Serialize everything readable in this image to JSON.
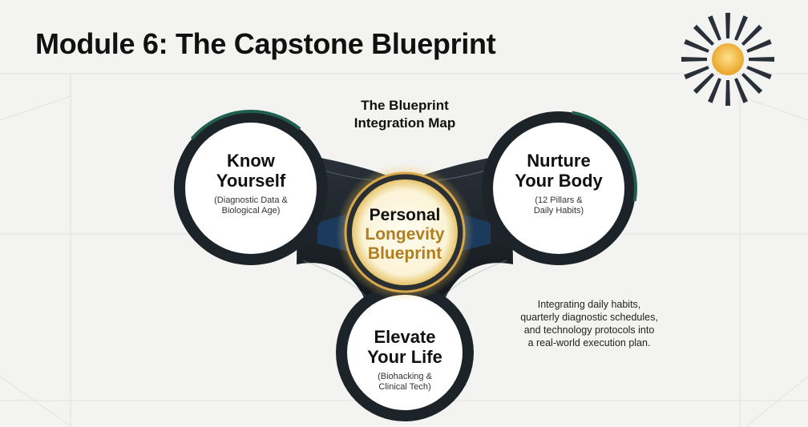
{
  "title": "Module 6: The Capstone Blueprint",
  "map_title": [
    "The Blueprint",
    "Integration Map"
  ],
  "center": {
    "line1": "Personal",
    "line2": "Longevity",
    "line3": "Blueprint"
  },
  "nodes": [
    {
      "heading": [
        "Know",
        "Yourself"
      ],
      "sub": [
        "(Diagnostic Data &",
        "Biological Age)"
      ]
    },
    {
      "heading": [
        "Nurture",
        "Your Body"
      ],
      "sub": [
        "(12 Pillars &",
        "Daily Habits)"
      ]
    },
    {
      "heading": [
        "Elevate",
        "Your Life"
      ],
      "sub": [
        "(Biohacking &",
        "Clinical Tech)"
      ]
    }
  ],
  "description": [
    "Integrating daily habits,",
    "quarterly diagnostic schedules,",
    "and technology protocols into",
    "a real-world execution plan."
  ],
  "colors": {
    "ring_dark": "#1c2329",
    "ring_teal": "#1f5f4d",
    "accent_gold": "#b07d1f",
    "navy": "#1c3a5c"
  },
  "icons": {
    "logo": "sun-ring-logo-icon"
  }
}
